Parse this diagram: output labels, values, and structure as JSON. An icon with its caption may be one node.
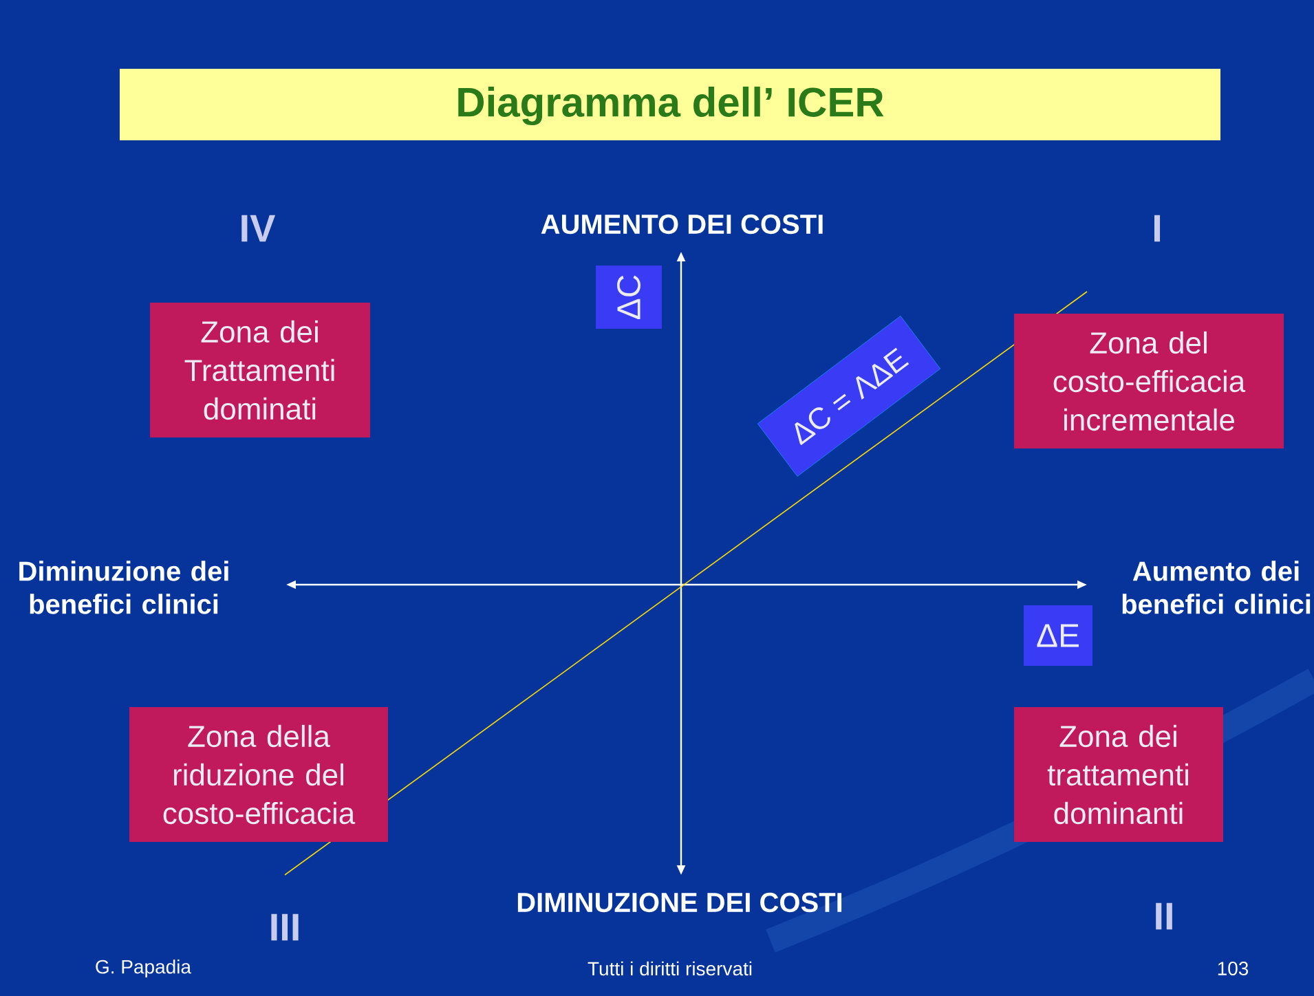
{
  "diagram": {
    "title": "Diagramma dell’ ICER",
    "nodes": [
      {
        "text": [
          "ΔC"
        ]
      },
      {
        "text": [
          "ΔC = ΛΔE"
        ]
      },
      {
        "text": [
          "Zona dei Trattamenti dominati"
        ]
      },
      {
        "text": [
          "Zona del costo-efficacia incrementale"
        ]
      },
      {
        "text": [
          "ΔE"
        ]
      },
      {
        "text": [
          "Zona della riduzione del costo-efficacia"
        ]
      },
      {
        "text": [
          "Zona dei trattamenti dominanti"
        ]
      }
    ],
    "labels": [
      "IV",
      "AUMENTO DEI COSTI",
      "I",
      "Diminuzione dei benefici clinici",
      "Aumento dei benefici clinici",
      "III",
      "DIMINUZIONE DEI COSTI",
      "II",
      "G. Papadia",
      "Tutti i diritti riservati",
      "103"
    ]
  }
}
